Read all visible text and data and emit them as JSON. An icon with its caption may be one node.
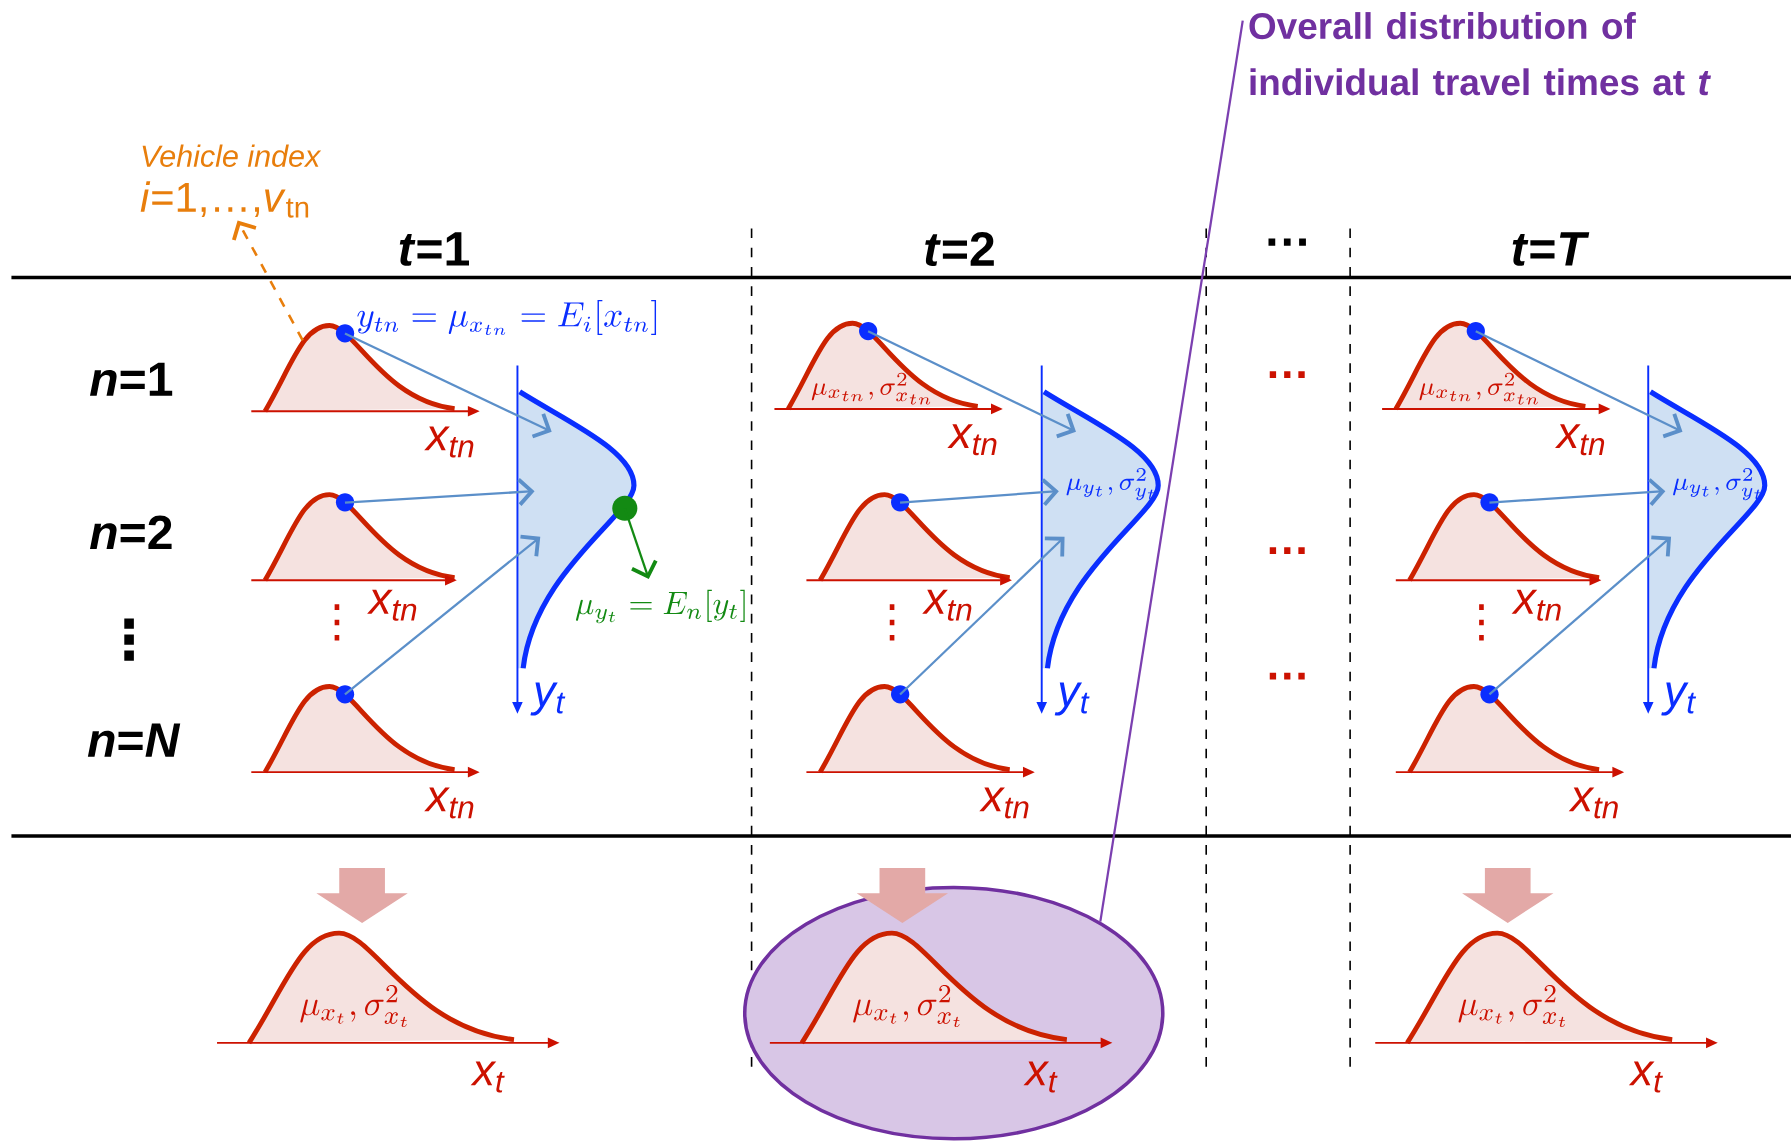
{
  "diagram": {
    "nodes": [
      {
        "text": [
          "Overall distribution of individual travel times at *t*"
        ]
      },
      {
        "text": [
          "Vehicle index",
          "*i*=1,…,*v*$_{tn}$"
        ]
      },
      {
        "text": [],
        "shape": "curve",
        "beside": [
          "x$_{tn}$"
        ]
      },
      {
        "text": [],
        "shape": "curve",
        "beside": [
          "x$_{tn}$"
        ]
      },
      {
        "text": [],
        "shape": "curve",
        "beside": [
          "x$_{tn}$"
        ]
      },
      {
        "text": [],
        "shape": "curve",
        "beside": [
          "y$_{t}$"
        ]
      },
      {
        "text": [
          "\\mu_{y_t} = E_n[y_t]"
        ]
      },
      {
        "text": [
          "\\mu_{x_{tn}},\\sigma^2_{x_{tn}}"
        ],
        "beside": [
          "x$_{tn}$"
        ]
      },
      {
        "text": [],
        "shape": "curve",
        "beside": [
          "x$_{tn}$"
        ]
      },
      {
        "text": [],
        "shape": "curve",
        "beside": [
          "x$_{tn}$"
        ]
      },
      {
        "text": [
          "\\mu_{y_t},\\sigma^2_{y_t}"
        ],
        "beside": [
          "y$_{t}$"
        ]
      },
      {
        "text": [
          "\\mu_{x_{tn}},\\sigma^2_{x_{tn}}"
        ],
        "beside": [
          "x$_{tn}$"
        ]
      },
      {
        "text": [],
        "shape": "curve",
        "beside": [
          "x$_{tn}$"
        ]
      },
      {
        "text": [],
        "shape": "curve",
        "beside": [
          "x$_{tn}$"
        ]
      },
      {
        "text": [
          "\\mu_{y_t},\\sigma^2_{y_t}"
        ],
        "beside": [
          "y$_{t}$"
        ]
      },
      {
        "text": [
          "\\mu_{x_t},\\sigma^2_{x_t}"
        ],
        "beside": [
          "x$_{t}$"
        ]
      },
      {
        "text": [],
        "shape": "ellipse"
      },
      {
        "text": [
          "\\mu_{x_t},\\sigma^2_{x_t}"
        ],
        "beside": [
          "x$_{t}$"
        ],
        "in": 16
      },
      {
        "text": [
          "\\mu_{x_t},\\sigma^2_{x_t}"
        ],
        "beside": [
          "x$_{t}$"
        ]
      }
    ],
    "edges": [
      {
        "from": 2,
        "to": 5,
        "arrow": "to"
      },
      {
        "from": 3,
        "to": 5,
        "arrow": "to"
      },
      {
        "from": 4,
        "to": 5,
        "arrow": "to"
      },
      {
        "from": 7,
        "to": 10,
        "arrow": "to"
      },
      {
        "from": 8,
        "to": 10,
        "arrow": "to"
      },
      {
        "from": 9,
        "to": 10,
        "arrow": "to"
      },
      {
        "from": 11,
        "to": 14,
        "arrow": "to"
      },
      {
        "from": 12,
        "to": 14,
        "arrow": "to"
      },
      {
        "from": 13,
        "to": 14,
        "arrow": "to"
      },
      {
        "from": 2,
        "to": 1,
        "arrow": "to",
        "style": "dashed",
        "color": "#e87e0c"
      },
      {
        "from": 5,
        "to": 6,
        "arrow": "to",
        "color": "#138a13"
      },
      {
        "from": 16,
        "to": 0,
        "arrow": "none",
        "color": "#7b3fb0"
      }
    ],
    "labels": [
      "*t*=1",
      "*t*=2",
      "…",
      "*t*=*T*",
      "y_{tn} = \\mu_{x_{tn}} = E_i[x_{tn}]",
      "*n*=1",
      "*n*=2",
      "⋮",
      "*n*=*N*",
      "⋮",
      "⋮",
      "⋮",
      "…",
      "…",
      "…"
    ]
  }
}
